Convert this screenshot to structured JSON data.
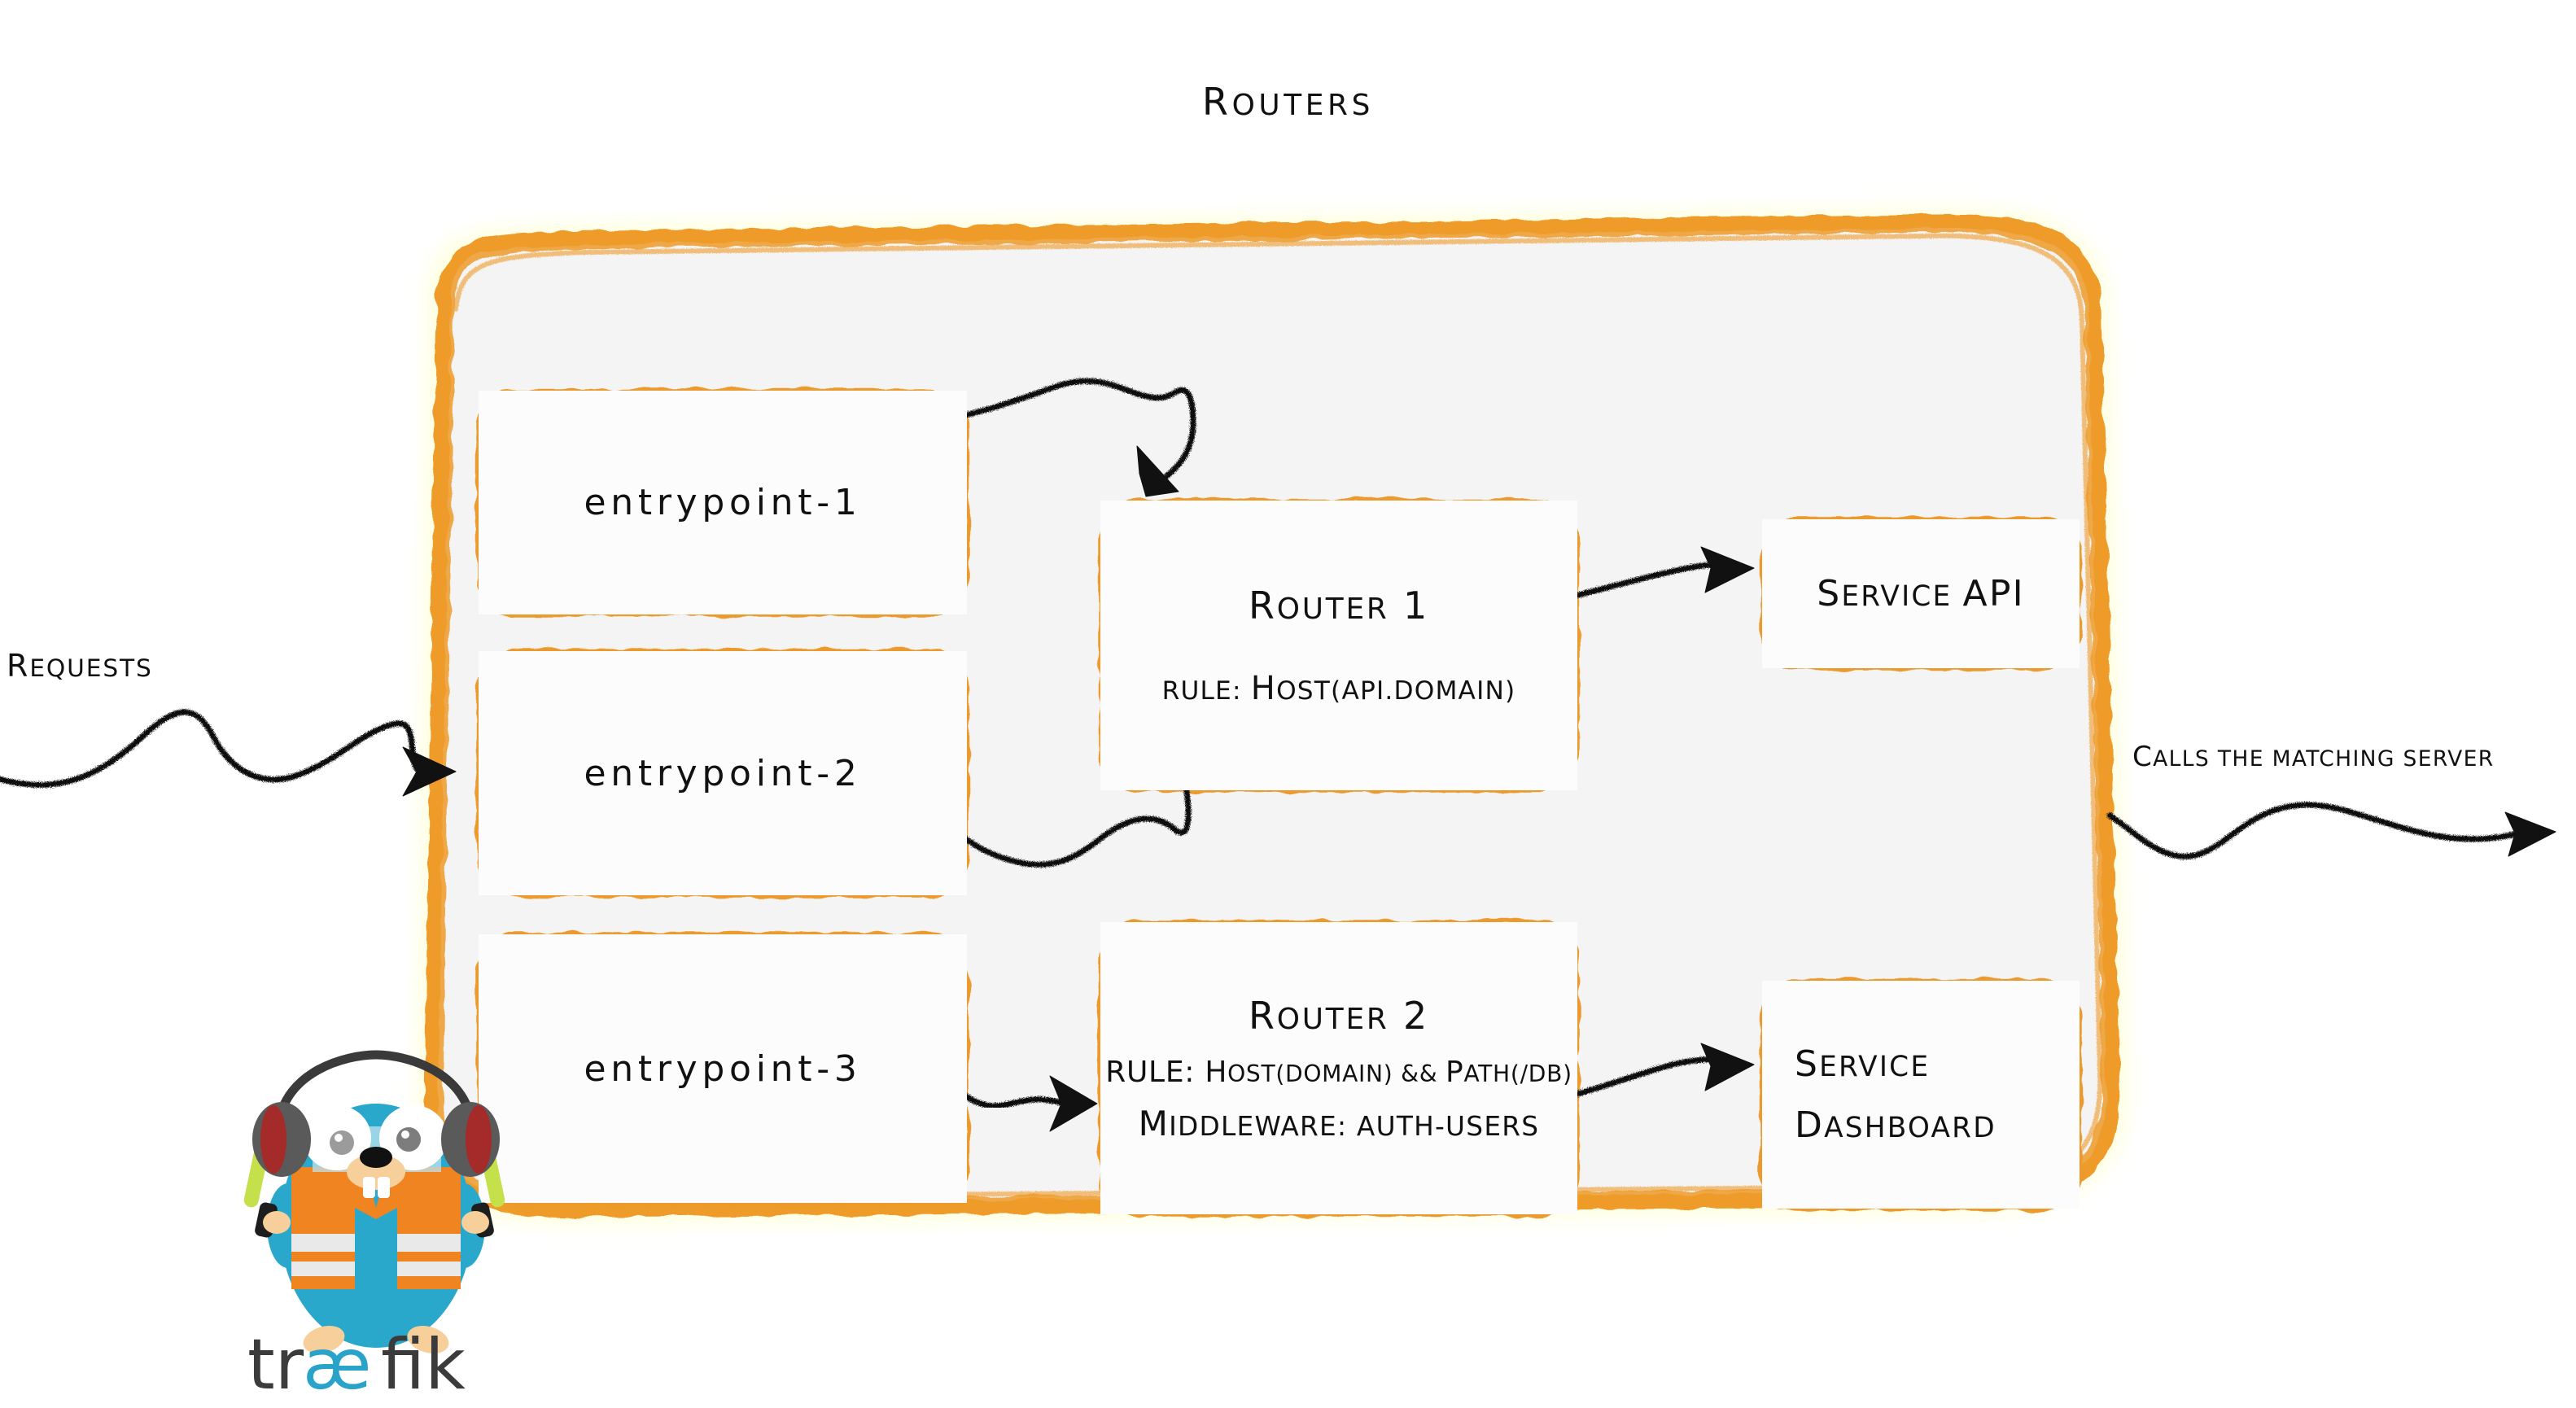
{
  "meta": {
    "title": "Routers",
    "colors": {
      "accent_orange": "#ee9b2c",
      "box_orange": "#ec9a2e",
      "panel_fill": "#f4f4f4",
      "node_fill": "#fcfcfc",
      "ink": "#111111",
      "logo_dark": "#3b3b3b",
      "logo_cyan": "#29a3c9",
      "gopher_body": "#29a8cc",
      "gopher_vest": "#f08421",
      "gopher_wand": "#c4e04a"
    }
  },
  "labels": {
    "requests": "Requests",
    "calls_matching_server": "Calls the matching server"
  },
  "entrypoints": [
    {
      "name": "entrypoint-1"
    },
    {
      "name": "entrypoint-2"
    },
    {
      "name": "entrypoint-3"
    }
  ],
  "routers": [
    {
      "name": "Router 1",
      "rule_label": "rule:",
      "rule_value": "Host(api.domain)",
      "middleware_label": "",
      "middleware_value": ""
    },
    {
      "name": "Router 2",
      "rule_label": "rule:",
      "rule_value": "Host(domain) && Path(/db)",
      "middleware_label": "Middleware:",
      "middleware_value": "auth-users"
    }
  ],
  "services": [
    {
      "lines": [
        "Service API"
      ]
    },
    {
      "lines": [
        "Service",
        "Dashboard"
      ]
    }
  ],
  "logo": {
    "wordmark_prefix": "tr",
    "wordmark_ligature": "æ",
    "wordmark_suffix": "fik",
    "mascot": "traefik-gopher-mascot"
  },
  "connections": [
    {
      "from": "entrypoint-1",
      "to": "Router 1"
    },
    {
      "from": "entrypoint-2",
      "to": "Router 1"
    },
    {
      "from": "entrypoint-3",
      "to": "Router 2"
    },
    {
      "from": "Router 1",
      "to": "Service API"
    },
    {
      "from": "Router 2",
      "to": "Service Dashboard"
    },
    {
      "from": "Requests",
      "to": "Routers"
    },
    {
      "from": "Routers",
      "to": "Calls the matching server"
    }
  ]
}
